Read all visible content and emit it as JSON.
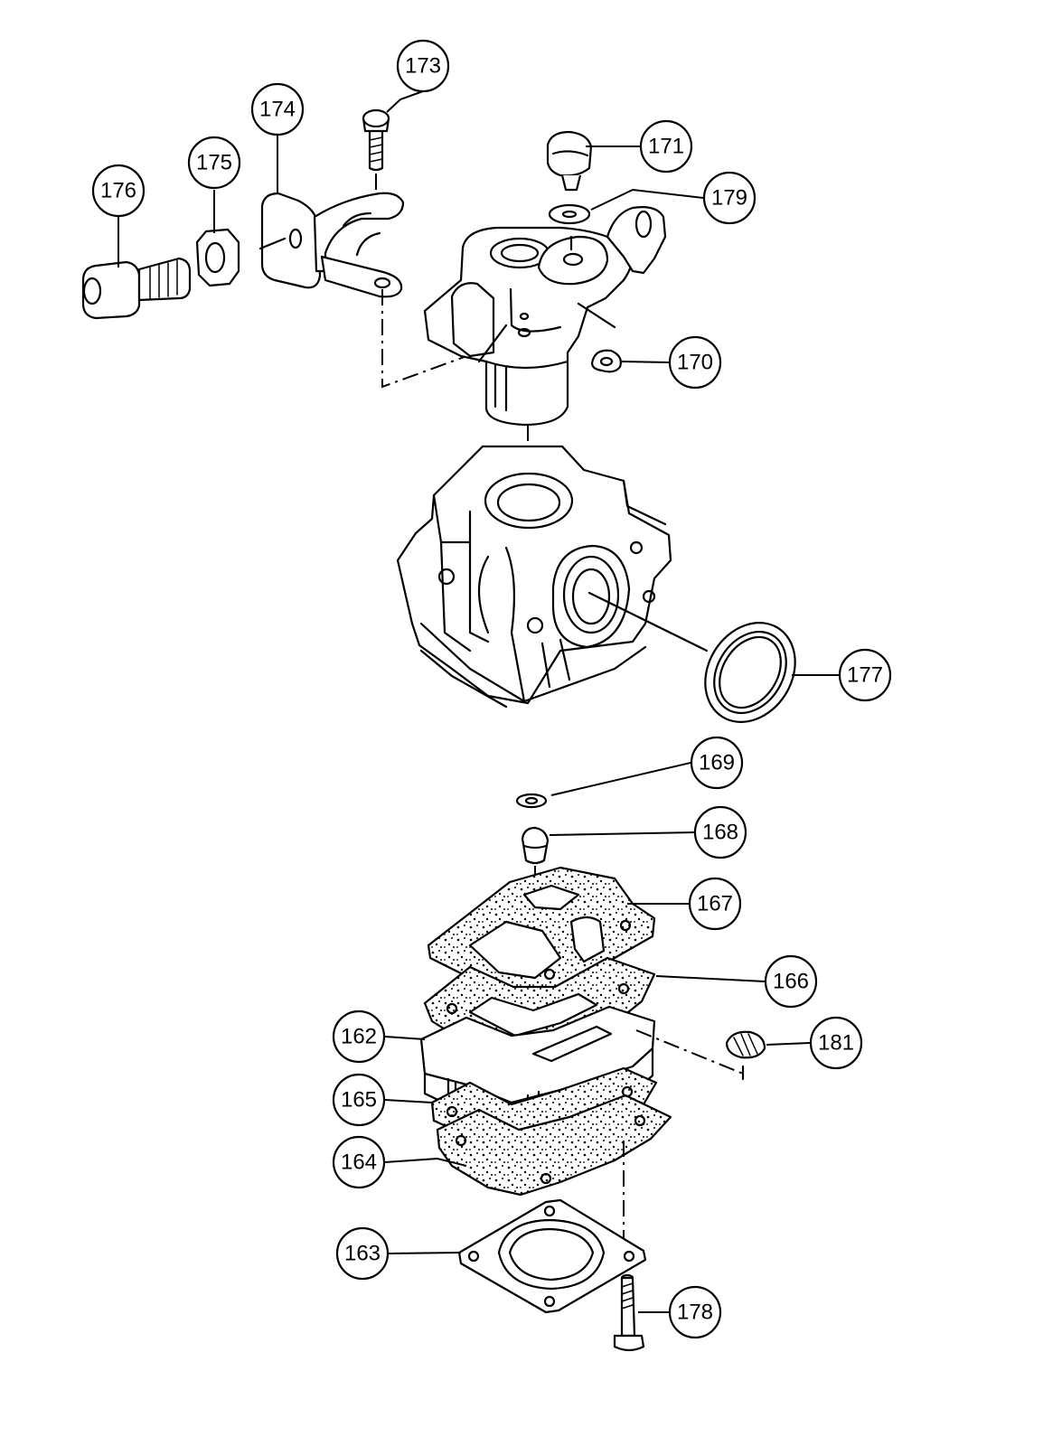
{
  "diagram": {
    "callouts": [
      {
        "id": "c173",
        "label": "173"
      },
      {
        "id": "c174",
        "label": "174"
      },
      {
        "id": "c175",
        "label": "175"
      },
      {
        "id": "c176",
        "label": "176"
      },
      {
        "id": "c171",
        "label": "171"
      },
      {
        "id": "c179",
        "label": "179"
      },
      {
        "id": "c170",
        "label": "170"
      },
      {
        "id": "c177",
        "label": "177"
      },
      {
        "id": "c169",
        "label": "169"
      },
      {
        "id": "c168",
        "label": "168"
      },
      {
        "id": "c167",
        "label": "167"
      },
      {
        "id": "c166",
        "label": "166"
      },
      {
        "id": "c162",
        "label": "162"
      },
      {
        "id": "c181",
        "label": "181"
      },
      {
        "id": "c165",
        "label": "165"
      },
      {
        "id": "c164",
        "label": "164"
      },
      {
        "id": "c163",
        "label": "163"
      },
      {
        "id": "c178",
        "label": "178"
      }
    ]
  }
}
